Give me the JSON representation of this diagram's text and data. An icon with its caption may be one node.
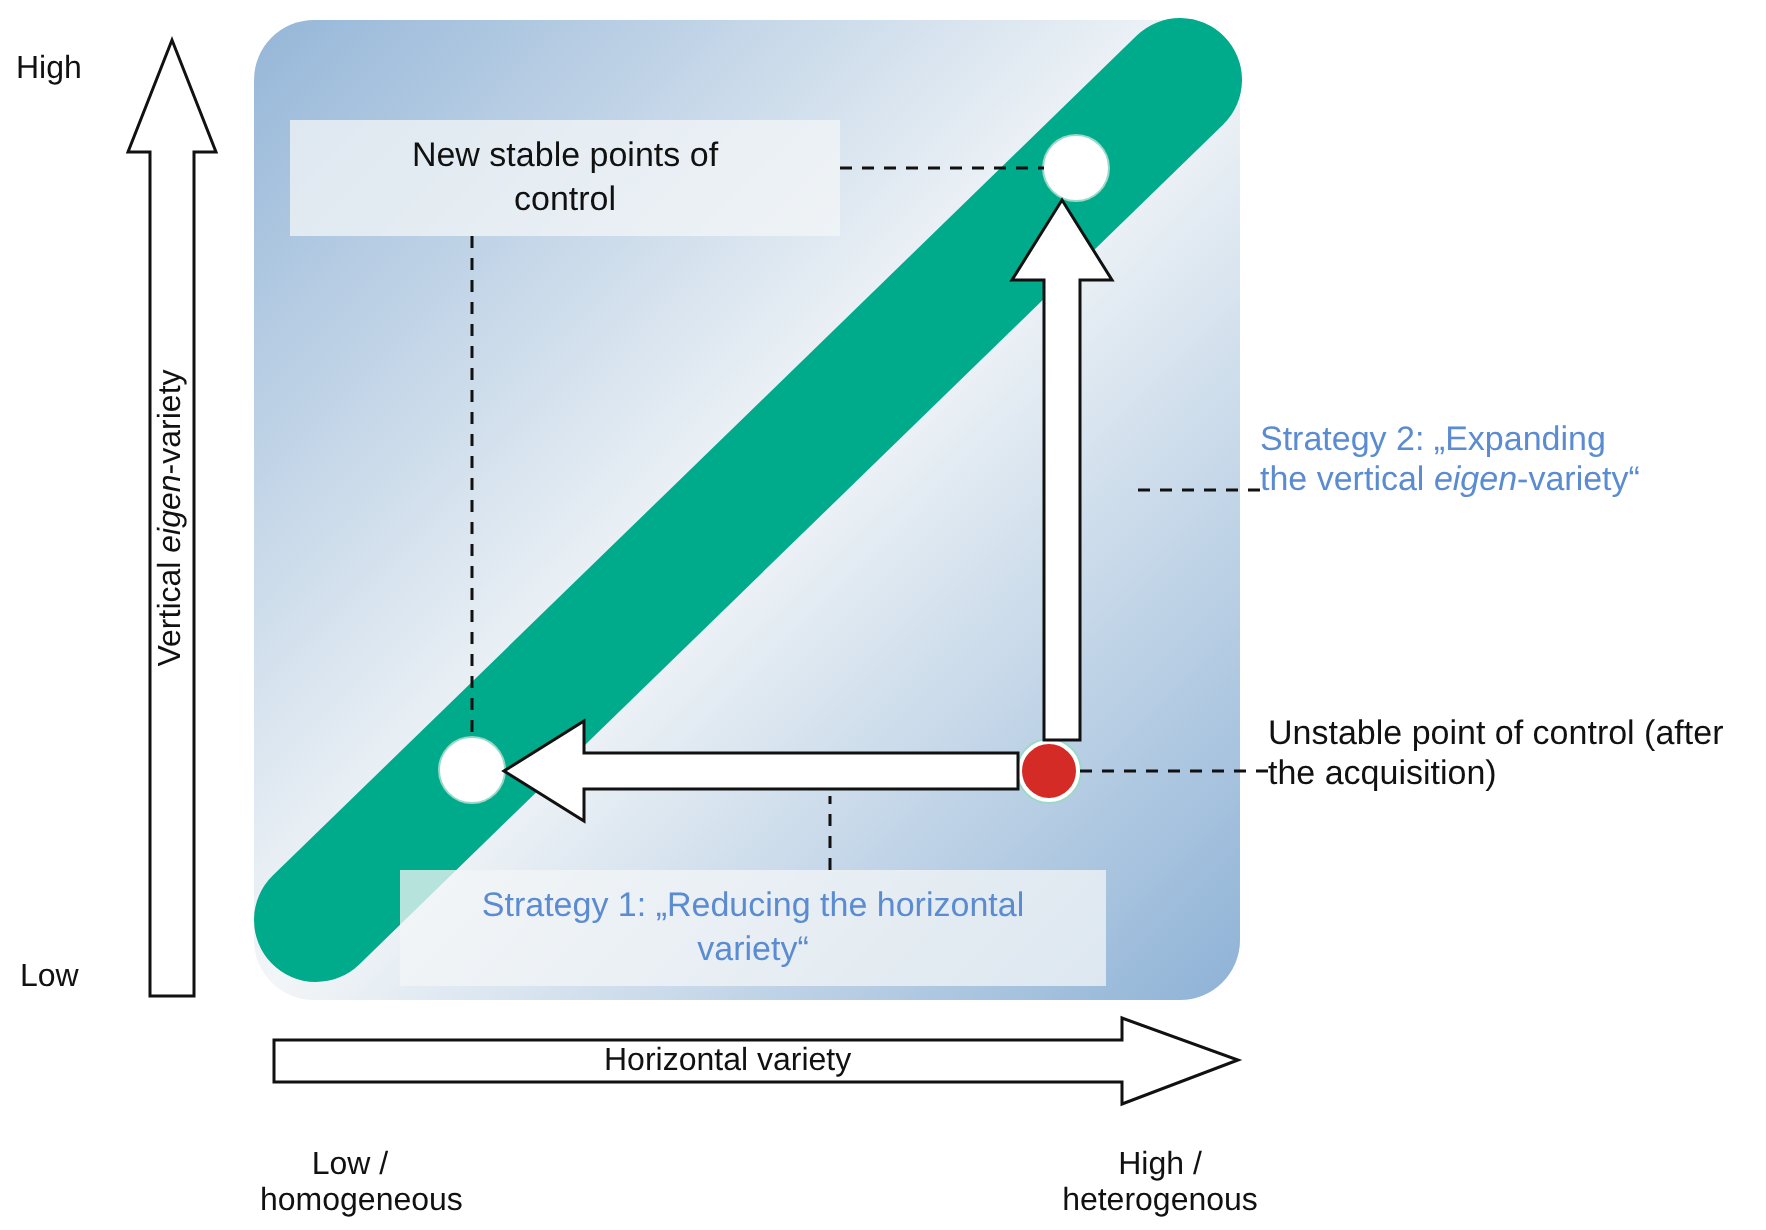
{
  "diagram": {
    "nodes": [
      {
        "text": [
          "New stable points of control"
        ]
      },
      {
        "text": [],
        "shape": "circle"
      },
      {
        "text": [],
        "shape": "circle"
      },
      {
        "text": [],
        "shape": "circle"
      },
      {
        "text": [
          "Strategy 2: „Expanding the vertical *eigen*-variety“"
        ]
      },
      {
        "text": [
          "Strategy 1: „Reducing the horizontal variety“"
        ]
      },
      {
        "text": [
          "Unstable point of control (after the acquisition)"
        ]
      }
    ],
    "edges": [
      {
        "from": 3,
        "to": 2,
        "arrow": "to",
        "style": "thick"
      },
      {
        "from": 3,
        "to": 1,
        "arrow": "to",
        "style": "thick"
      },
      {
        "from": 0,
        "to": 1,
        "arrow": "none",
        "style": "dashed"
      },
      {
        "from": 0,
        "to": 2,
        "arrow": "none",
        "style": "dashed"
      },
      {
        "from": 4,
        "to": null,
        "arrow": "none",
        "style": "dashed"
      },
      {
        "from": 5,
        "to": null,
        "arrow": "none",
        "style": "dashed"
      },
      {
        "from": 6,
        "to": 3,
        "arrow": "none",
        "style": "dashed"
      }
    ],
    "labels": [
      "High",
      "Vertical *eigen*-variety",
      "Low",
      "Horizontal variety",
      "Low / homogeneous",
      "High / heterogenous"
    ]
  }
}
